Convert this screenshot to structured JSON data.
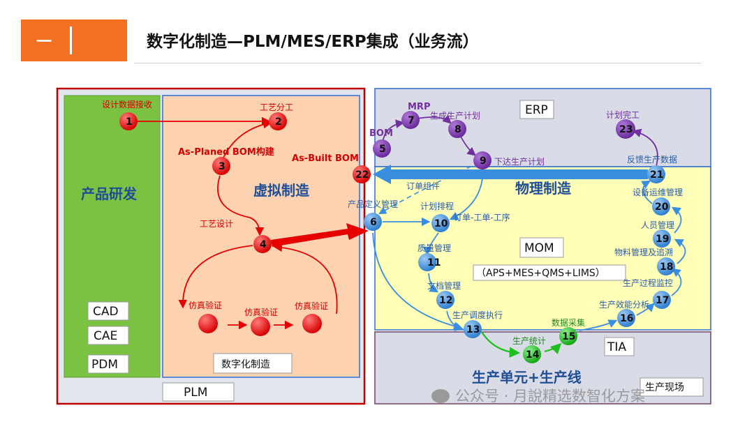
{
  "header": {
    "tab_number": "一",
    "title": "数字化制造—PLM/MES/ERP集成（业务流）"
  },
  "regions": {
    "product_rd": "产品研发",
    "virtual_mfg": "虚拟制造",
    "physical_mfg": "物理制造",
    "production_unit": "生产单元+生产线"
  },
  "boxes": {
    "cad": "CAD",
    "cae": "CAE",
    "pdm": "PDM",
    "digital_mfg": "数字化制造",
    "plm": "PLM",
    "erp": "ERP",
    "mom": "MOM",
    "mom_sub": "（APS+MES+QMS+LIMS）",
    "tia": "TIA",
    "shop_floor": "生产现场"
  },
  "labels": {
    "design_data_receive": "设计数据接收",
    "process_division": "工艺分工",
    "as_planned_bom": "As-Planed BOM构建",
    "as_built_bom": "As-Built BOM",
    "process_design": "工艺设计",
    "sim_verify_1": "仿真验证",
    "sim_verify_2": "仿真验证",
    "sim_verify_3": "仿真验证",
    "mrp": "MRP",
    "bom": "BOM",
    "gen_plan": "生成生产计划",
    "issue_plan": "下达生产计划",
    "plan_done": "计划完工",
    "feedback_data": "反馈生产数据",
    "order_components": "订单组件",
    "product_def_mgmt": "产品定义管理",
    "plan_schedule": "计划排程",
    "order_work_process": "订单-工单-工序",
    "quality_mgmt": "质量管理",
    "doc_mgmt": "文档管理",
    "dispatch_exec": "生产调度执行",
    "prod_stats": "生产统计",
    "data_collect": "数据采集",
    "perf_analysis": "生产效能分析",
    "process_monitor": "生产过程监控",
    "material_trace": "物料管理及追溯",
    "personnel_mgmt": "人员管理",
    "equipment_mgmt": "设备运维管理"
  },
  "nodes": {
    "n1": "1",
    "n2": "2",
    "n3": "3",
    "n4": "4",
    "n5": "5",
    "n6": "6",
    "n7": "7",
    "n8": "8",
    "n9": "9",
    "n10": "10",
    "n11": "11",
    "n12": "12",
    "n13": "13",
    "n14": "14",
    "n15": "15",
    "n16": "16",
    "n17": "17",
    "n18": "18",
    "n19": "19",
    "n20": "20",
    "n21": "21",
    "n22": "22",
    "n23": "23"
  },
  "colors": {
    "accent_orange": "#f36f21",
    "red_node": "#e60000",
    "purple_node": "#7030a0",
    "blue_node": "#3a8ee0",
    "green_node": "#1fbf1f",
    "region_green": "#7cc242",
    "region_peach": "#fcd2b0",
    "region_yellow": "#ffffb8",
    "region_grey": "#d9dbe6"
  },
  "watermark": "公众号 · 月說精选数智化方案"
}
